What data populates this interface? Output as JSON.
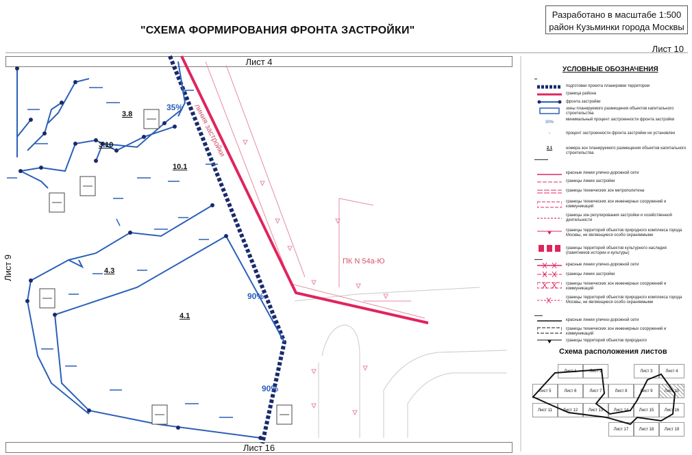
{
  "title": "\"СХЕМА ФОРМИРОВАНИЯ ФРОНТА ЗАСТРОЙКИ\"",
  "scale_box": {
    "line1": "Разработано в масштабе 1:500",
    "line2": "район Кузьминки города Москвы"
  },
  "sheet_number": "Лист 10",
  "sheet_top": "Лист 4",
  "sheet_bottom": "Лист 16",
  "sheet_left": "Лист 9",
  "map": {
    "zones": [
      "3.8",
      "3.10",
      "10.1",
      "4.3",
      "4.1"
    ],
    "percents": [
      "35%",
      "90%",
      "90%"
    ],
    "red_labels": [
      "линия застройки",
      "ПК N 54а-Ю"
    ]
  },
  "legend": {
    "title": "УСЛОВНЫЕ ОБОЗНАЧЕНИЯ",
    "items": [
      "подготовки проекта планировки территории",
      "граница района",
      "фронта застройки",
      "зоны планируемого размещения объектов капитального строительства",
      "минимальный процент застроенности фронта застройки",
      "процент застроенности фронта застройки не установлен",
      "номера зон планируемого размещения объектов капитального строительства",
      "красные линии улично-дорожной сети",
      "границы линии застройки",
      "границы технических зон метрополитена",
      "границы технических зон инженерных сооружений и коммуникаций",
      "границы зон регулирования застройки и хозяйственной деятельности",
      "границы территорий объектов природного комплекса города Москвы, не являющиеся особо охраняемыми",
      "границы территорий объектов культурного наследия (памятников истории и культуры)",
      "красные линии улично-дорожной сети",
      "границы линии застройки",
      "границы технических зон инженерных сооружений и коммуникаций",
      "границы территорий объектов природного комплекса города Москвы, не являющиеся особо охраняемыми",
      "красные линии улично-дорожной сети",
      "границы технических зон инженерных сооружений и коммуникаций",
      "границы территорий объектов природного"
    ],
    "sample_percent": "30%",
    "sample_zone": "2.1"
  },
  "sheet_layout": {
    "title": "Схема расположения листов",
    "cells": [
      "Лист 1",
      "Лист 2",
      "Лист 3",
      "Лист 4",
      "Лист 5",
      "Лист 6",
      "Лист 7",
      "Лист 8",
      "Лист 9",
      "Лист 10",
      "Лист 11",
      "Лист 12",
      "Лист 13",
      "Лист 14",
      "Лист 15",
      "Лист 16",
      "Лист 17",
      "Лист 18",
      "Лист 19"
    ]
  },
  "colors": {
    "red": "#e0245e",
    "blue": "#2a5fb8",
    "navy": "#1a2a6c",
    "pink": "#e58aa0"
  }
}
